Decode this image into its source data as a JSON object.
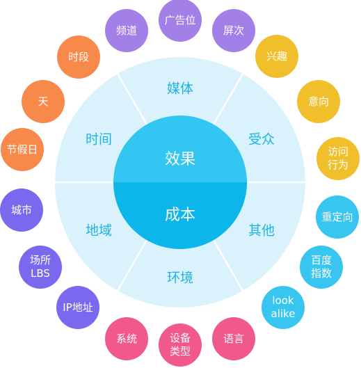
{
  "center": {
    "top_label": "效果",
    "bottom_label": "成本",
    "top_color": "#33c6f2",
    "bottom_color": "#0cb6ea"
  },
  "ring": {
    "fill_color": "#d9f2fc",
    "text_color": "#1fb3e6",
    "sectors": [
      "媒体",
      "受众",
      "其他",
      "环境",
      "地域",
      "时间"
    ]
  },
  "bubbles": [
    {
      "text": "广告位",
      "color": "#a37fe8"
    },
    {
      "text": "屏次",
      "color": "#a37fe8"
    },
    {
      "text": "兴趣",
      "color": "#f2bf2c"
    },
    {
      "text": "意向",
      "color": "#f2bf2c"
    },
    {
      "text": "访问\n行为",
      "color": "#f2bf2c"
    },
    {
      "text": "重定向",
      "color": "#38c6f0"
    },
    {
      "text": "百度\n指数",
      "color": "#38c6f0"
    },
    {
      "text": "look\nalike",
      "color": "#38c6f0"
    },
    {
      "text": "语言",
      "color": "#f0598a"
    },
    {
      "text": "设备\n类型",
      "color": "#f0598a"
    },
    {
      "text": "系统",
      "color": "#f0598a"
    },
    {
      "text": "IP地址",
      "color": "#7a68ee"
    },
    {
      "text": "场所\nLBS",
      "color": "#7a68ee"
    },
    {
      "text": "城市",
      "color": "#7a68ee"
    },
    {
      "text": "节假日",
      "color": "#f7894a"
    },
    {
      "text": "天",
      "color": "#f7894a"
    },
    {
      "text": "时段",
      "color": "#f7894a"
    },
    {
      "text": "频道",
      "color": "#a37fe8"
    }
  ]
}
